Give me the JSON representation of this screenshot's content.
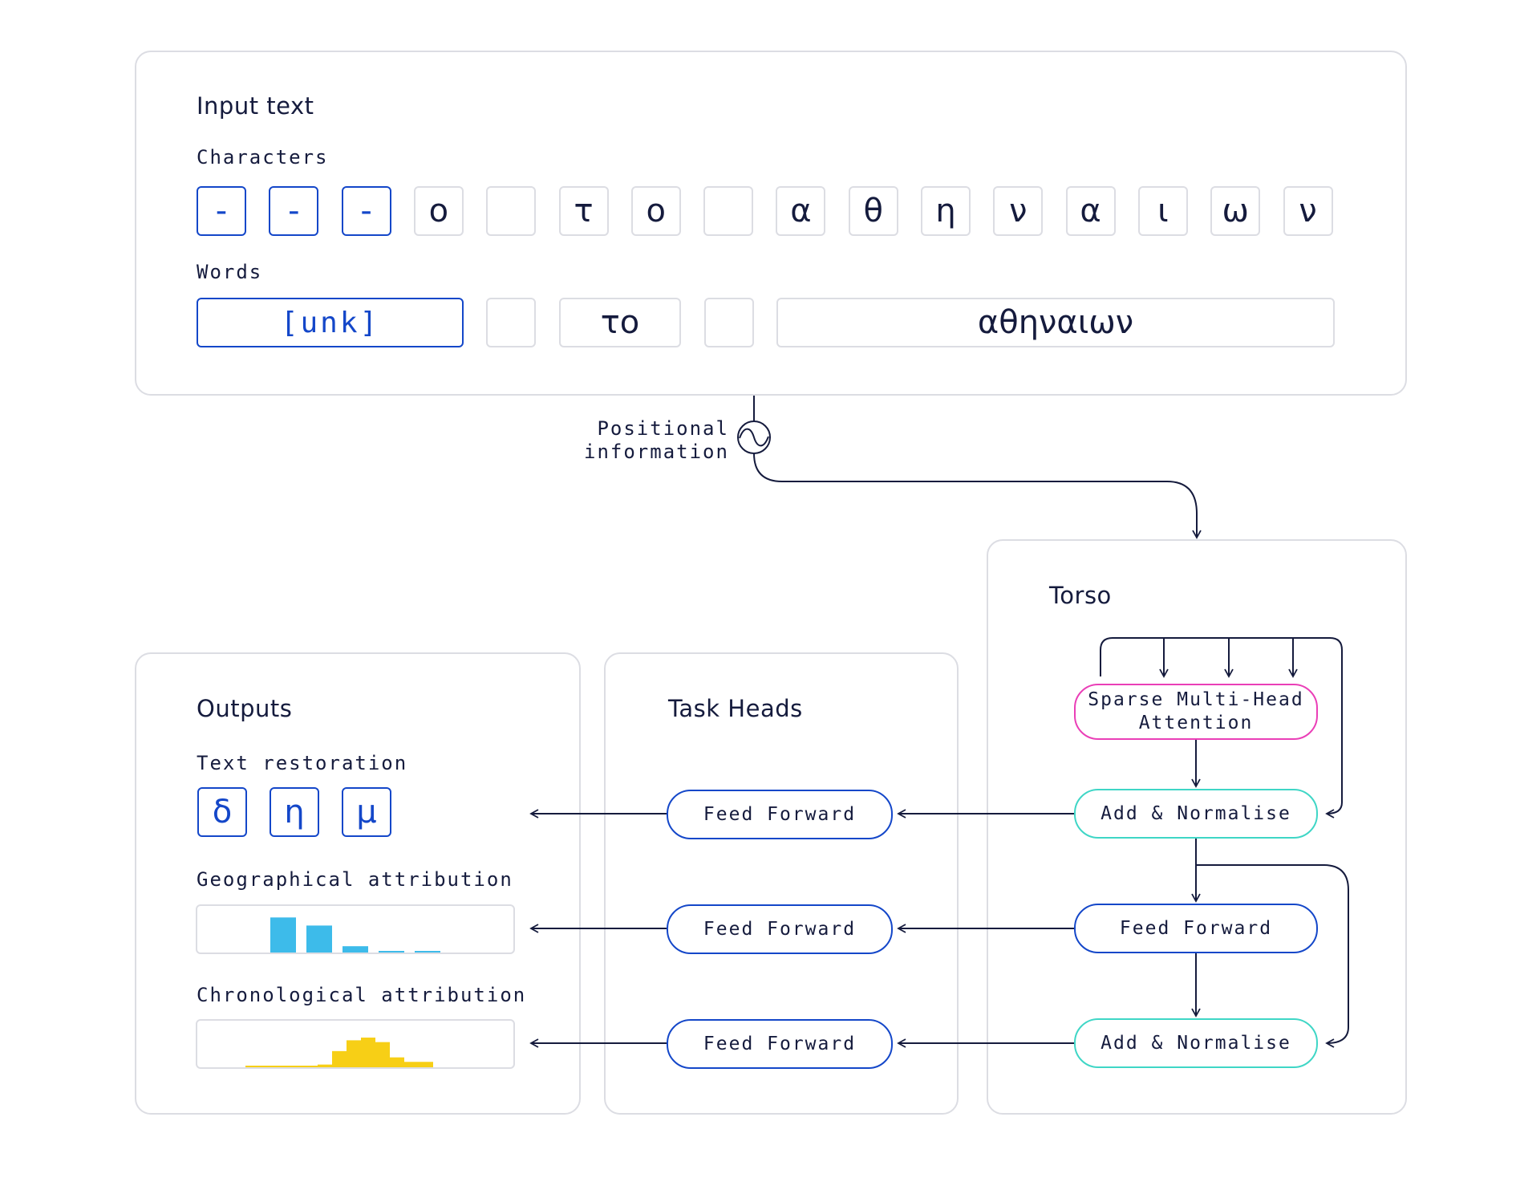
{
  "input_panel": {
    "title": "Input text",
    "characters_label": "Characters",
    "characters": [
      {
        "text": "-",
        "highlight": true
      },
      {
        "text": "-",
        "highlight": true
      },
      {
        "text": "-",
        "highlight": true
      },
      {
        "text": "ο",
        "highlight": false
      },
      {
        "text": "",
        "highlight": false
      },
      {
        "text": "τ",
        "highlight": false
      },
      {
        "text": "ο",
        "highlight": false
      },
      {
        "text": "",
        "highlight": false
      },
      {
        "text": "α",
        "highlight": false
      },
      {
        "text": "θ",
        "highlight": false
      },
      {
        "text": "η",
        "highlight": false
      },
      {
        "text": "ν",
        "highlight": false
      },
      {
        "text": "α",
        "highlight": false
      },
      {
        "text": "ι",
        "highlight": false
      },
      {
        "text": "ω",
        "highlight": false
      },
      {
        "text": "ν",
        "highlight": false
      }
    ],
    "words_label": "Words",
    "words": [
      {
        "text": "[unk]",
        "highlight": true
      },
      {
        "text": "",
        "highlight": false
      },
      {
        "text": "το",
        "highlight": false
      },
      {
        "text": "",
        "highlight": false
      },
      {
        "text": "αθηναιων",
        "highlight": false
      }
    ]
  },
  "positional_label": "Positional\ninformation",
  "torso": {
    "title": "Torso",
    "attention": "Sparse Multi-Head\nAttention",
    "add_norm_1": "Add & Normalise",
    "feed_forward": "Feed Forward",
    "add_norm_2": "Add & Normalise"
  },
  "task_heads": {
    "title": "Task Heads",
    "heads": [
      "Feed Forward",
      "Feed Forward",
      "Feed Forward"
    ]
  },
  "outputs": {
    "title": "Outputs",
    "text_restoration_label": "Text restoration",
    "restored_chars": [
      "δ",
      "η",
      "μ"
    ],
    "geo_label": "Geographical attribution",
    "chrono_label": "Chronological attribution"
  },
  "colors": {
    "blue": "#1447c9",
    "navy": "#151b3d",
    "pink": "#ea3fb7",
    "teal": "#3fd6c6",
    "geo_bar": "#3dbbea",
    "chrono_bar": "#f7cf16",
    "border": "#dcdde3"
  },
  "chart_data": [
    {
      "type": "bar",
      "name": "geographical-attribution",
      "values": [
        0.78,
        0.6,
        0.14,
        0.03,
        0.03
      ]
    },
    {
      "type": "bar",
      "name": "chronological-attribution",
      "values": [
        0.02,
        0.02,
        0.02,
        0.02,
        0.02,
        0.06,
        0.36,
        0.6,
        0.66,
        0.56,
        0.22,
        0.12,
        0.12
      ]
    }
  ]
}
